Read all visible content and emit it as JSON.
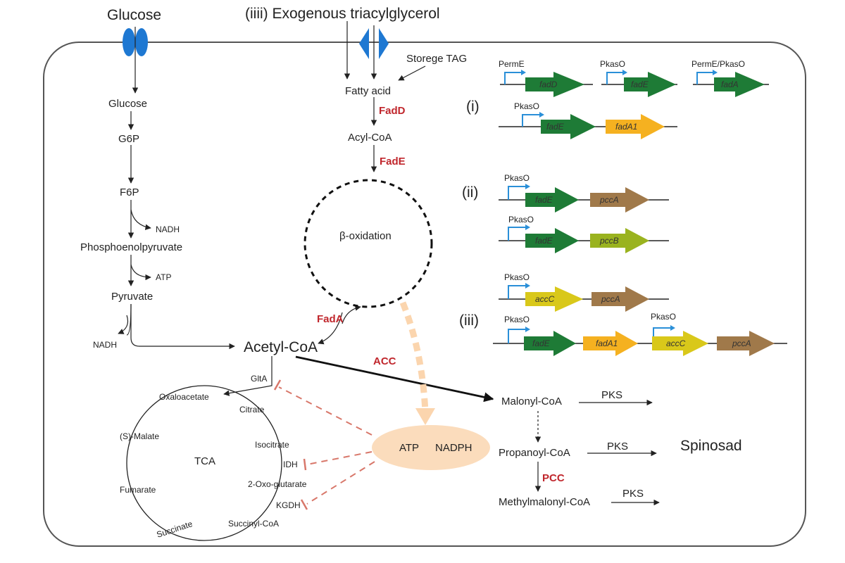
{
  "top": {
    "glucose": "Glucose",
    "exogenous": "(iiii)  Exogenous triacylglycerol",
    "storage": "Storege TAG"
  },
  "glycolysis": {
    "glucose": "Glucose",
    "g6p": "G6P",
    "f6p": "F6P",
    "nadh1": "NADH",
    "pep": "Phosphoenolpyruvate",
    "atp": "ATP",
    "pyruvate": "Pyruvate",
    "nadh2": "NADH"
  },
  "beta": {
    "fatty_acid": "Fatty acid",
    "fadD": "FadD",
    "acyl_coa": "Acyl-CoA",
    "fadE": "FadE",
    "cycle": "β-oxidation",
    "fadA": "FadA"
  },
  "central": {
    "acetyl_coa": "Acetyl-CoA",
    "acc": "ACC",
    "gltA": "GltA",
    "atp": "ATP",
    "nadph": "NADPH"
  },
  "tca": {
    "label": "TCA",
    "oxaloacetate": "Oxaloacetate",
    "citrate": "Citrate",
    "isocitrate": "Isocitrate",
    "idh": "IDH",
    "oxoglutarate": "2-Oxo-glutarate",
    "kgdh": "KGDH",
    "succinyl": "Succinyl-CoA",
    "succinate": "Succinate",
    "fumarate": "Fumarate",
    "malate": "(S)-Malate"
  },
  "pks": {
    "malonyl": "Malonyl-CoA",
    "propanoyl": "Propanoyl-CoA",
    "pcc": "PCC",
    "methylmalonyl": "Methylmalonyl-CoA",
    "pks1": "PKS",
    "pks2": "PKS",
    "pks3": "PKS",
    "product": "Spinosad"
  },
  "constructs": {
    "group_i": "(i)",
    "group_ii": "(ii)",
    "group_iii": "(iii)",
    "c1_prom": "PermE",
    "c1_gene": "fadD",
    "c2_prom": "PkasO",
    "c2_gene": "fadE",
    "c3_prom": "PermE/PkasO",
    "c3_gene": "fadA",
    "c4_prom": "PkasO",
    "c4_gene1": "fadE",
    "c4_gene2": "fadA1",
    "c5_prom": "PkasO",
    "c5_gene1": "fadE",
    "c5_gene2": "pccA",
    "c6_prom": "PkasO",
    "c6_gene1": "fadE",
    "c6_gene2": "pccB",
    "c7_prom": "PkasO",
    "c7_gene1": "accC",
    "c7_gene2": "pccA",
    "c8_prom1": "PkasO",
    "c8_prom2": "PkasO",
    "c8_gene1": "fadE",
    "c8_gene2": "fadA1",
    "c8_gene3": "accC",
    "c8_gene4": "pccA"
  },
  "colors": {
    "green": "#1e7b36",
    "orange": "#f5b120",
    "brown": "#a0794a",
    "olive": "#9ab31f",
    "yellow": "#d9c81a",
    "enzyme_red": "#c0262c",
    "transporter_blue": "#1e78d2",
    "cofactor_fill": "#fbdcbc"
  }
}
